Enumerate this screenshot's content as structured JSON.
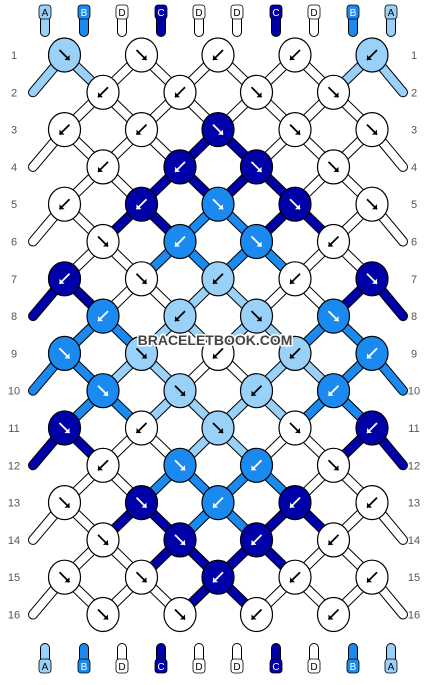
{
  "watermark": "BRACELETBOOK.COM",
  "top_labels": [
    "A",
    "B",
    "D",
    "C",
    "D",
    "D",
    "C",
    "D",
    "B",
    "A"
  ],
  "bottom_labels": [
    "A",
    "B",
    "D",
    "C",
    "D",
    "D",
    "C",
    "D",
    "B",
    "A"
  ],
  "row_numbers": [
    "1",
    "2",
    "3",
    "4",
    "5",
    "6",
    "7",
    "8",
    "9",
    "10",
    "11",
    "12",
    "13",
    "14",
    "15",
    "16"
  ],
  "colors": {
    "A": "#9ad1f8",
    "B": "#1a8af0",
    "C": "#0000a8",
    "D": "#ffffff",
    "outline": "#000000",
    "row_number_text": "#555555"
  },
  "knot_rows": [
    [
      {
        "c": "A",
        "a": "se"
      },
      {
        "c": "D",
        "a": "se"
      },
      {
        "c": "D",
        "a": "sw"
      },
      {
        "c": "D",
        "a": "sw"
      },
      {
        "c": "A",
        "a": "sw"
      }
    ],
    [
      {
        "c": "D",
        "a": "sw"
      },
      {
        "c": "D",
        "a": "sw"
      },
      {
        "c": "D",
        "a": "se"
      },
      {
        "c": "D",
        "a": "se"
      }
    ],
    [
      {
        "c": "D",
        "a": "sw"
      },
      {
        "c": "D",
        "a": "sw"
      },
      {
        "c": "C",
        "a": "se"
      },
      {
        "c": "D",
        "a": "se"
      },
      {
        "c": "D",
        "a": "se"
      }
    ],
    [
      {
        "c": "D",
        "a": "sw"
      },
      {
        "c": "C",
        "a": "sw"
      },
      {
        "c": "C",
        "a": "se"
      },
      {
        "c": "D",
        "a": "se"
      }
    ],
    [
      {
        "c": "D",
        "a": "sw"
      },
      {
        "c": "C",
        "a": "sw"
      },
      {
        "c": "B",
        "a": "se"
      },
      {
        "c": "C",
        "a": "se"
      },
      {
        "c": "D",
        "a": "se"
      }
    ],
    [
      {
        "c": "D",
        "a": "se"
      },
      {
        "c": "B",
        "a": "sw"
      },
      {
        "c": "B",
        "a": "se"
      },
      {
        "c": "D",
        "a": "sw"
      }
    ],
    [
      {
        "c": "C",
        "a": "sw"
      },
      {
        "c": "D",
        "a": "se"
      },
      {
        "c": "A",
        "a": "sw"
      },
      {
        "c": "D",
        "a": "sw"
      },
      {
        "c": "C",
        "a": "se"
      }
    ],
    [
      {
        "c": "B",
        "a": "sw"
      },
      {
        "c": "A",
        "a": "sw"
      },
      {
        "c": "A",
        "a": "se"
      },
      {
        "c": "B",
        "a": "se"
      }
    ],
    [
      {
        "c": "B",
        "a": "se"
      },
      {
        "c": "A",
        "a": "se"
      },
      {
        "c": "D",
        "a": "sw"
      },
      {
        "c": "A",
        "a": "sw"
      },
      {
        "c": "B",
        "a": "sw"
      }
    ],
    [
      {
        "c": "B",
        "a": "se"
      },
      {
        "c": "A",
        "a": "se"
      },
      {
        "c": "A",
        "a": "sw"
      },
      {
        "c": "B",
        "a": "sw"
      }
    ],
    [
      {
        "c": "C",
        "a": "se"
      },
      {
        "c": "D",
        "a": "sw"
      },
      {
        "c": "A",
        "a": "se"
      },
      {
        "c": "D",
        "a": "se"
      },
      {
        "c": "C",
        "a": "sw"
      }
    ],
    [
      {
        "c": "D",
        "a": "sw"
      },
      {
        "c": "B",
        "a": "se"
      },
      {
        "c": "B",
        "a": "sw"
      },
      {
        "c": "D",
        "a": "se"
      }
    ],
    [
      {
        "c": "D",
        "a": "se"
      },
      {
        "c": "C",
        "a": "se"
      },
      {
        "c": "B",
        "a": "sw"
      },
      {
        "c": "C",
        "a": "sw"
      },
      {
        "c": "D",
        "a": "sw"
      }
    ],
    [
      {
        "c": "D",
        "a": "se"
      },
      {
        "c": "C",
        "a": "se"
      },
      {
        "c": "C",
        "a": "sw"
      },
      {
        "c": "D",
        "a": "sw"
      }
    ],
    [
      {
        "c": "D",
        "a": "se"
      },
      {
        "c": "D",
        "a": "se"
      },
      {
        "c": "C",
        "a": "sw"
      },
      {
        "c": "D",
        "a": "sw"
      },
      {
        "c": "D",
        "a": "sw"
      }
    ],
    [
      {
        "c": "D",
        "a": "se"
      },
      {
        "c": "D",
        "a": "se"
      },
      {
        "c": "D",
        "a": "sw"
      },
      {
        "c": "D",
        "a": "sw"
      }
    ]
  ]
}
